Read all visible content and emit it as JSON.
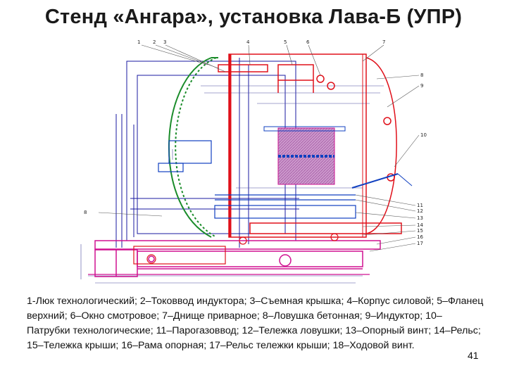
{
  "title": "Стенд «Ангара», установка Лава-Б (УПР)",
  "legend": {
    "text": "1-Люк технологический; 2–Токоввод индуктора; 3–Съемная крышка; 4–Корпус силовой; 5–Фланец верхний; 6–Окно смотровое; 7–Днище приварное; 8–Ловушка бетонная; 9–Индуктор; 10–Патрубки технологические; 11–Парогазоввод; 12–Тележка ловушки; 13–Опорный винт; 14–Рельс; 15–Тележка крыши; 16–Рама опорная; 17–Рельс тележки крыши; 18–Ходовой винт."
  },
  "page_number": "41",
  "callouts_top": [
    "1",
    "2",
    "3",
    "4",
    "5",
    "6",
    "7"
  ],
  "callouts_right": [
    "8",
    "9",
    "10",
    "11",
    "12",
    "13",
    "14",
    "15",
    "16",
    "17"
  ],
  "callout_left": "8",
  "colors": {
    "frame": "#1a1aa0",
    "body_red": "#e0101a",
    "hatch_green": "#1a8c2a",
    "magenta": "#d01090",
    "inductor_fill": "#cc99cc",
    "blue": "#1040c0"
  }
}
